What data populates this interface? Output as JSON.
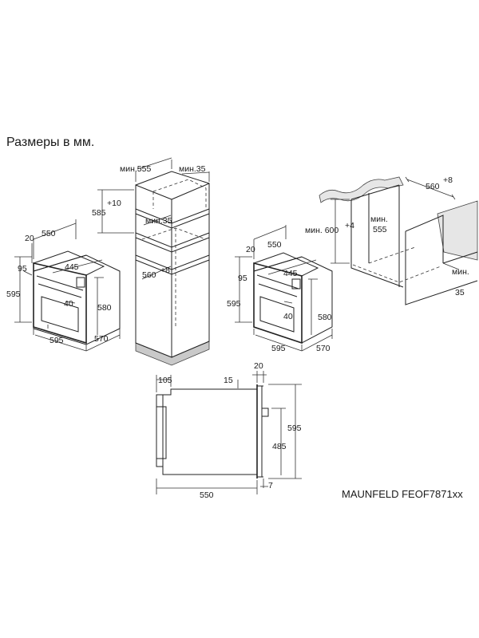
{
  "heading": "Размеры в мм.",
  "model": "MAUNFELD FEOF7871xx",
  "oven_front": {
    "depth_label": "550",
    "front_label": "20",
    "inner_width_label": "445",
    "top_gap_label": "95",
    "height_label": "595",
    "handle_label": "40",
    "inner_height_label": "580",
    "width_label": "595",
    "side_label": "570"
  },
  "tall_cabinet": {
    "depth_min_label": "мин.555",
    "side_min_label": "мин.35",
    "niche_height_label": "585",
    "niche_tolerance_label": "+10",
    "back_min_label": "мин.35",
    "niche_width_label": "560",
    "niche_width_tolerance_label": "+8"
  },
  "oven_under": {
    "depth_label": "550",
    "front_label": "20",
    "inner_width_label": "445",
    "top_gap_label": "95",
    "height_label": "595",
    "handle_label": "40",
    "inner_height_label": "580",
    "width_label": "595",
    "side_label": "570"
  },
  "undercounter": {
    "height_min_label": "мин. 600",
    "height_tolerance_label": "+4",
    "depth_min_label_1": "мин.",
    "depth_min_label_2": "555",
    "width_label": "560",
    "width_tolerance_label": "+8",
    "back_min_label_1": "мин.",
    "back_min_label_2": "35"
  },
  "side_view": {
    "rear_label": "105",
    "panel_label": "20",
    "top_label": "15",
    "height_label": "595",
    "inner_label": "485",
    "depth_label": "550",
    "bottom_label": "7"
  }
}
